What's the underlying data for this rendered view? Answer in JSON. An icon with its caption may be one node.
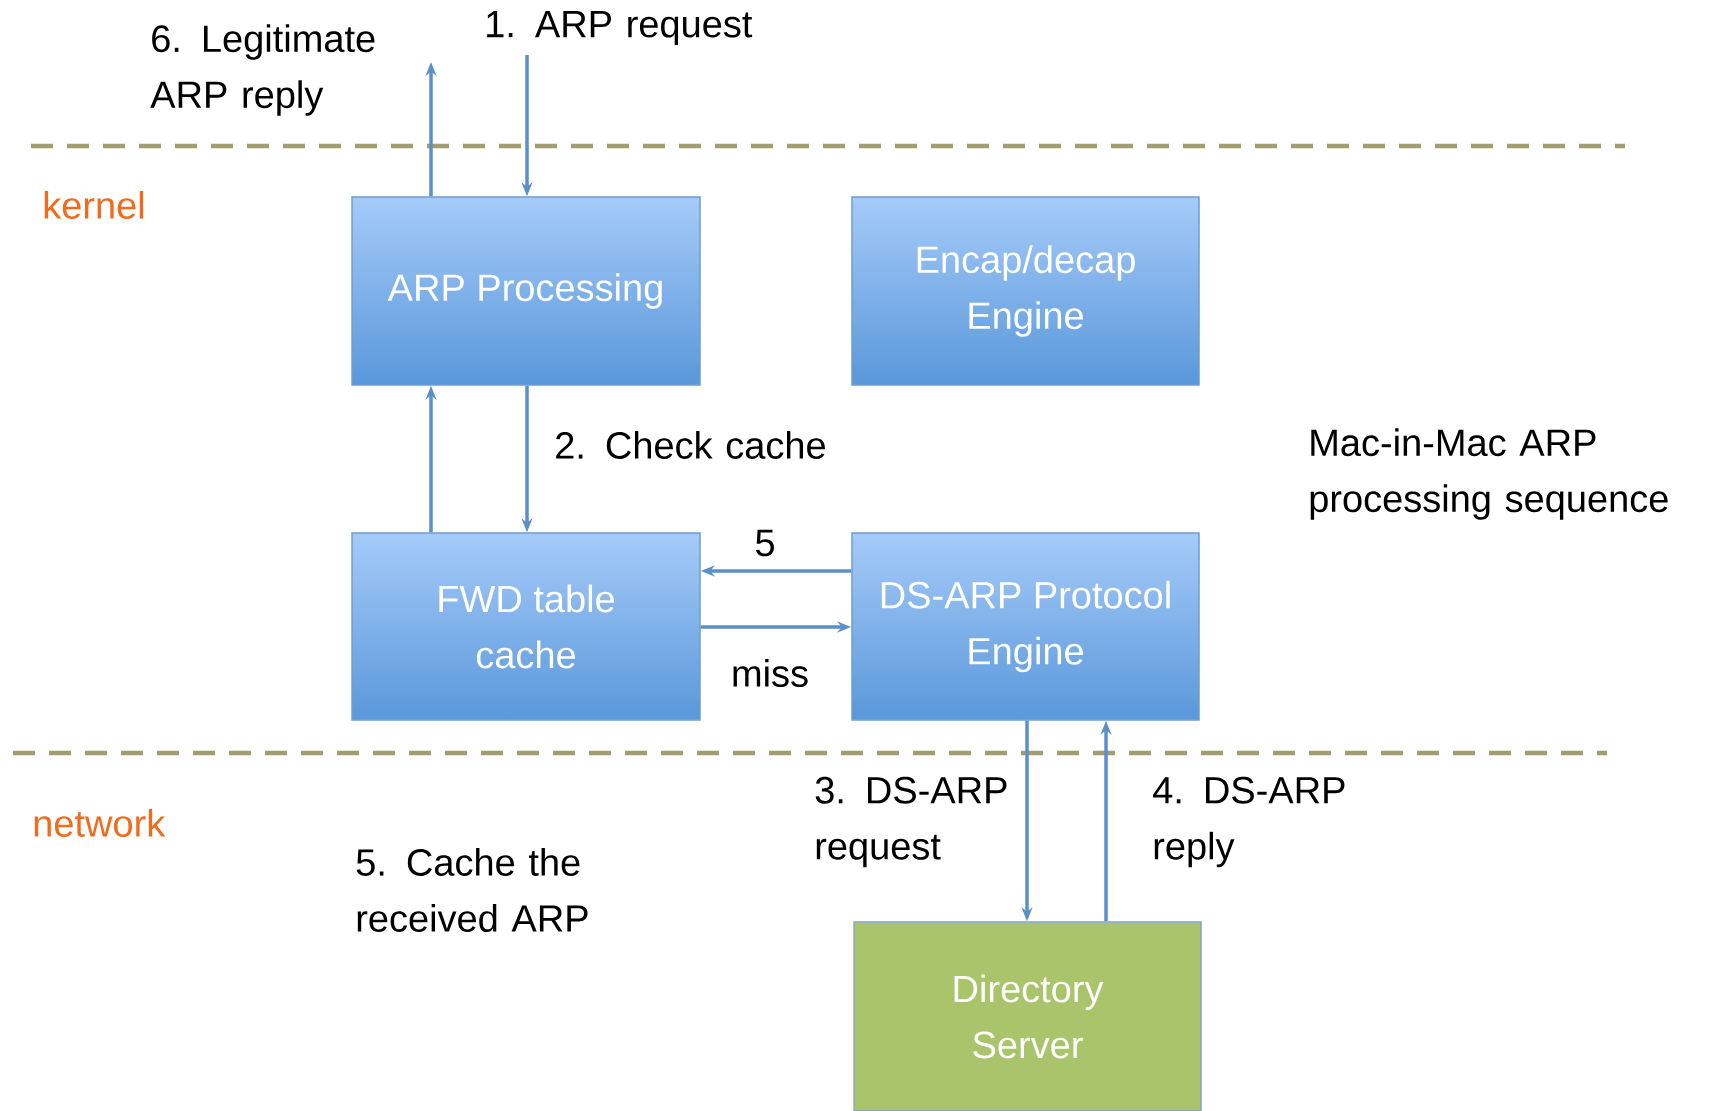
{
  "diagram": {
    "nodes": [
      {
        "text": [
          "ARP Processing"
        ]
      },
      {
        "text": [
          "Encap/decap Engine"
        ]
      },
      {
        "text": [
          "FWD table cache"
        ]
      },
      {
        "text": [
          "DS-ARP Protocol Engine"
        ]
      },
      {
        "text": [
          "Directory Server"
        ]
      }
    ],
    "edges": [
      {
        "from": null,
        "to": 0,
        "arrow": "to",
        "label": "1. ARP request"
      },
      {
        "from": 0,
        "to": null,
        "arrow": "to",
        "label": "6. Legitimate ARP reply"
      },
      {
        "from": 0,
        "to": 2,
        "arrow": "to",
        "label": "2. Check cache"
      },
      {
        "from": 2,
        "to": 0,
        "arrow": "to"
      },
      {
        "from": 3,
        "to": 2,
        "arrow": "to",
        "label": "5"
      },
      {
        "from": 2,
        "to": 3,
        "arrow": "to",
        "label": "miss"
      },
      {
        "from": 3,
        "to": 4,
        "arrow": "to",
        "label": "3. DS-ARP request"
      },
      {
        "from": 4,
        "to": 3,
        "arrow": "to",
        "label": "4. DS-ARP reply"
      }
    ],
    "labels": [
      "kernel",
      "network",
      "5. Cache the received ARP",
      "Mac-in-Mac ARP processing sequence"
    ]
  }
}
